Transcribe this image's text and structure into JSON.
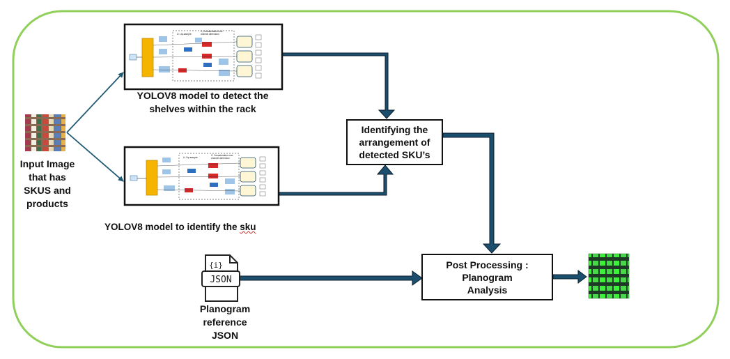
{
  "colors": {
    "frame_border": "#8fcf5a",
    "arrow_fill": "#1c4e6e",
    "arrow_outline": "#0b1e2c",
    "thin_arrow": "#205a73",
    "box_border": "#111111",
    "backbone": "#f4b400",
    "arch_block_blue": "#9ec5e8",
    "arch_block_red": "#d62828"
  },
  "input": {
    "label": "Input Image\nthat has\nSKUS and\nproducts",
    "thumbnail_icon": "shelf-photo-thumbnail"
  },
  "model1": {
    "caption": "YOLOV8 model to detect the\nshelves within the rack",
    "arch_header_upsample": "U: Up-sample",
    "arch_header_concat": "C: Concatenation over\nchannel dimension"
  },
  "model2": {
    "caption_prefix": "YOLOV8  model to identify the ",
    "caption_word": "sku",
    "arch_header_upsample": "U: Up-sample",
    "arch_header_concat": "C: Concatenation over\nchannel dimension"
  },
  "identify": {
    "label": "Identifying the\narrangement of\ndetected SKU’s"
  },
  "post": {
    "label": "Post Processing :\nPlanogram\nAnalysis"
  },
  "json_file": {
    "icon_glyph": "{i}",
    "icon_text": "JSON",
    "label": "Planogram\nreference\nJSON"
  },
  "output": {
    "thumbnail_icon": "planogram-output-thumbnail"
  }
}
